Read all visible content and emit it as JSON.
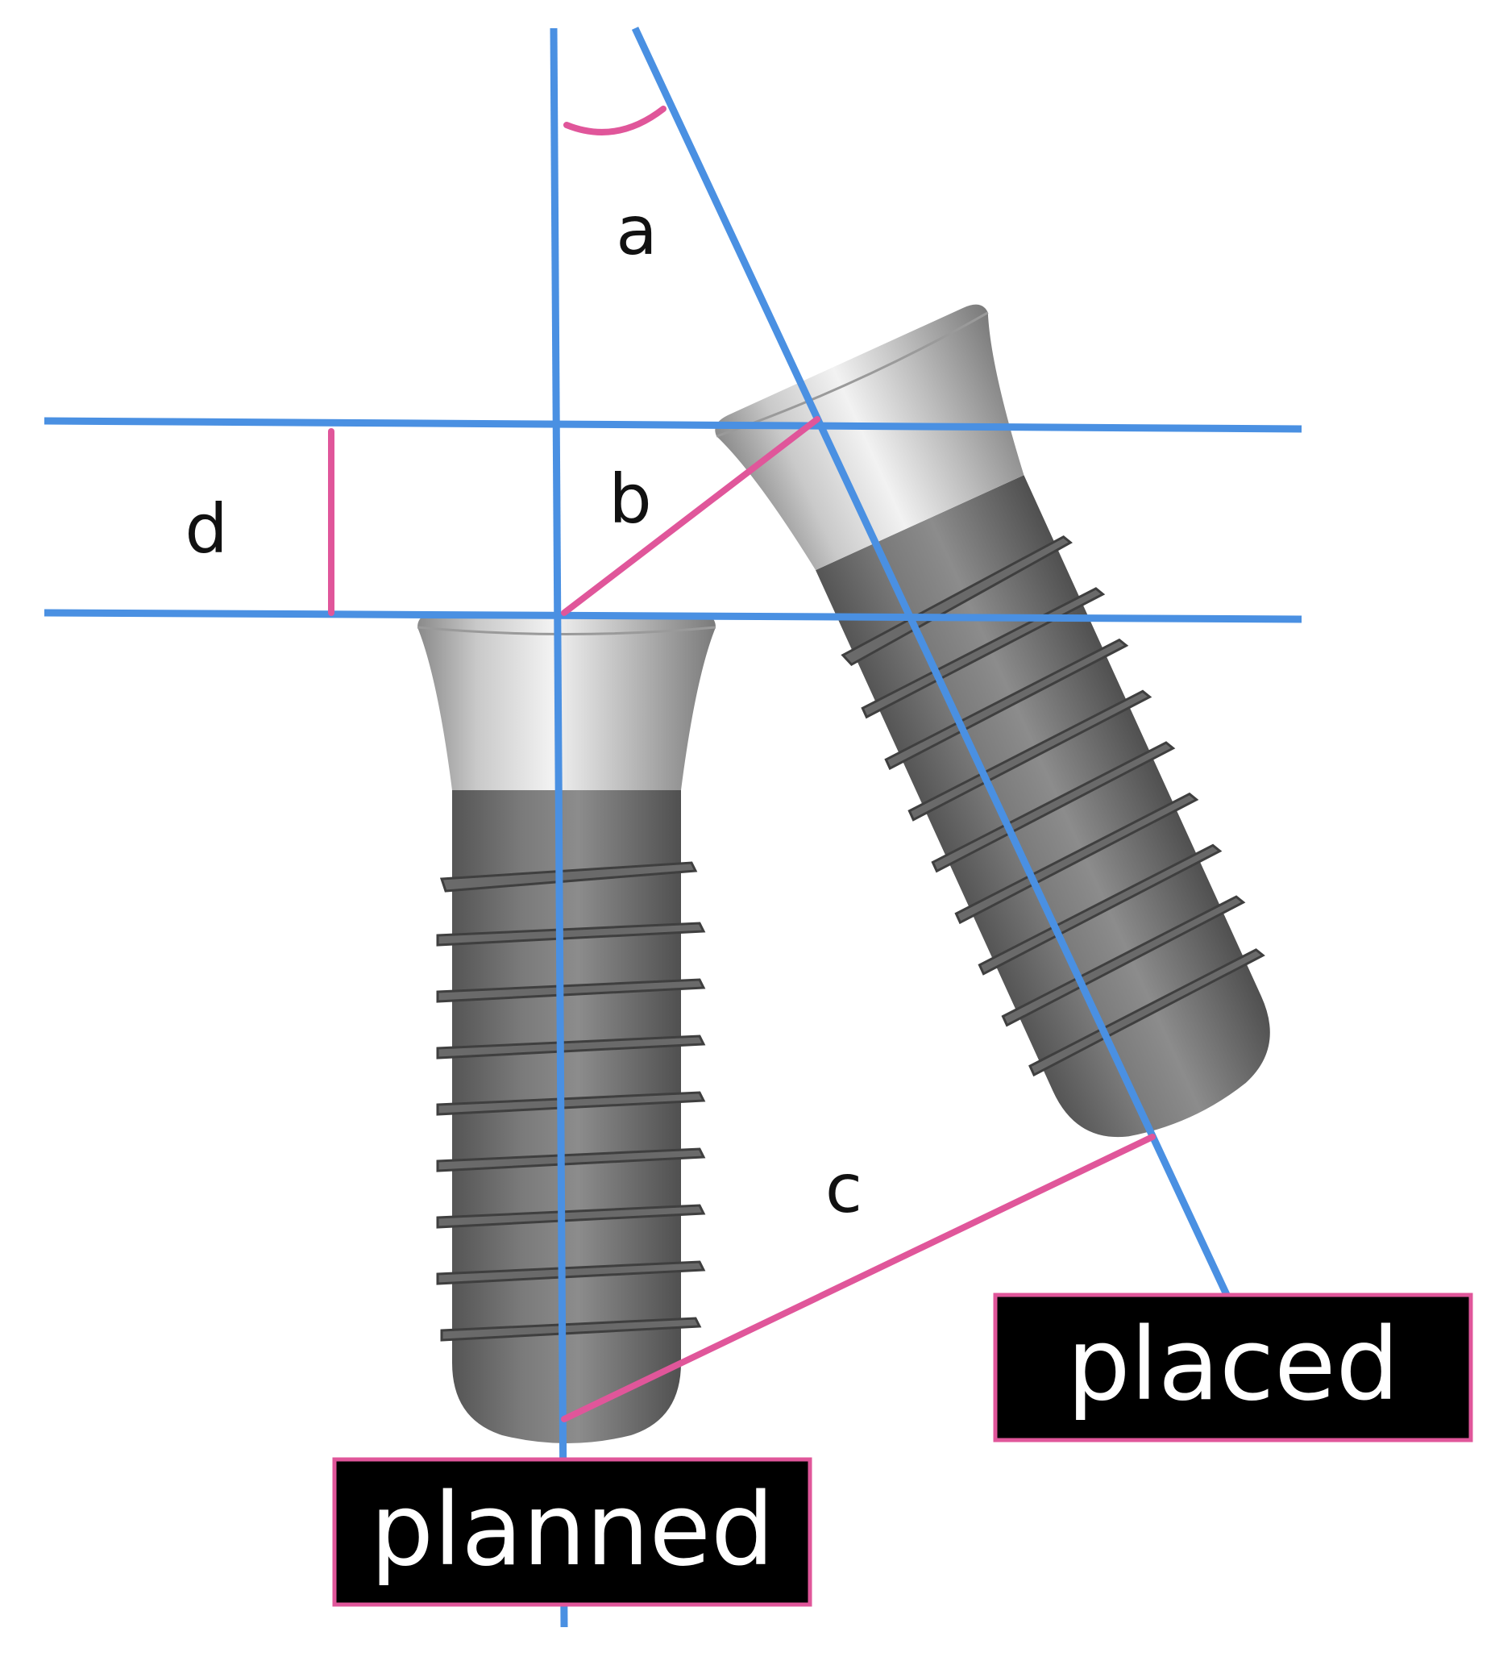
{
  "labels": {
    "angle": "a",
    "apical": "b",
    "coronal": "c",
    "depth": "d"
  },
  "tags": {
    "planned": "planned",
    "placed": "placed"
  },
  "colors": {
    "axis_line": "#4a90e2",
    "measure_line": "#e0569a",
    "tag_bg": "#000000",
    "tag_border": "#e0569a",
    "implant_body": "#6e6e6e",
    "implant_collar": "#b9b9b9"
  }
}
